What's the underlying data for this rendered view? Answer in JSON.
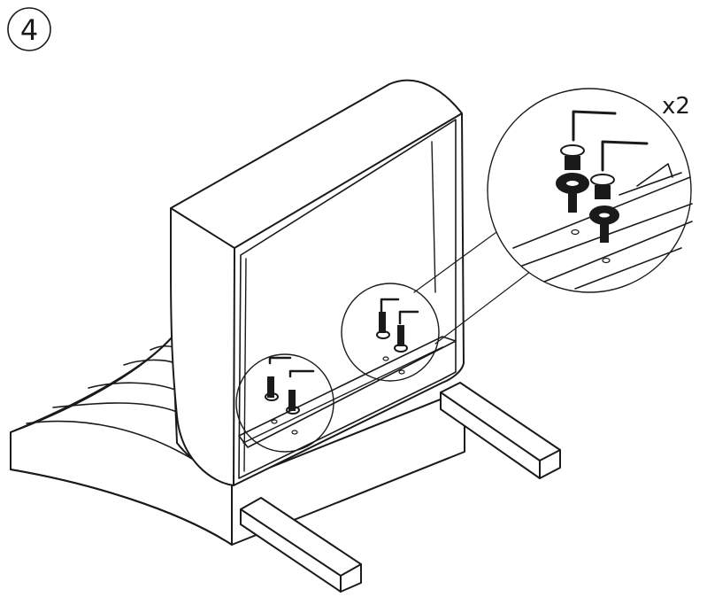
{
  "step": {
    "number": "4"
  },
  "callout": {
    "quantity": "x2"
  },
  "colors": {
    "ink": "#1a1a1a",
    "background": "#ffffff"
  },
  "parts": {
    "chair": "upholstered-chair-back-view",
    "legs": "wooden-leg-bar",
    "fasteners": "bolt-with-washers",
    "tool": "allen-key-icon"
  }
}
